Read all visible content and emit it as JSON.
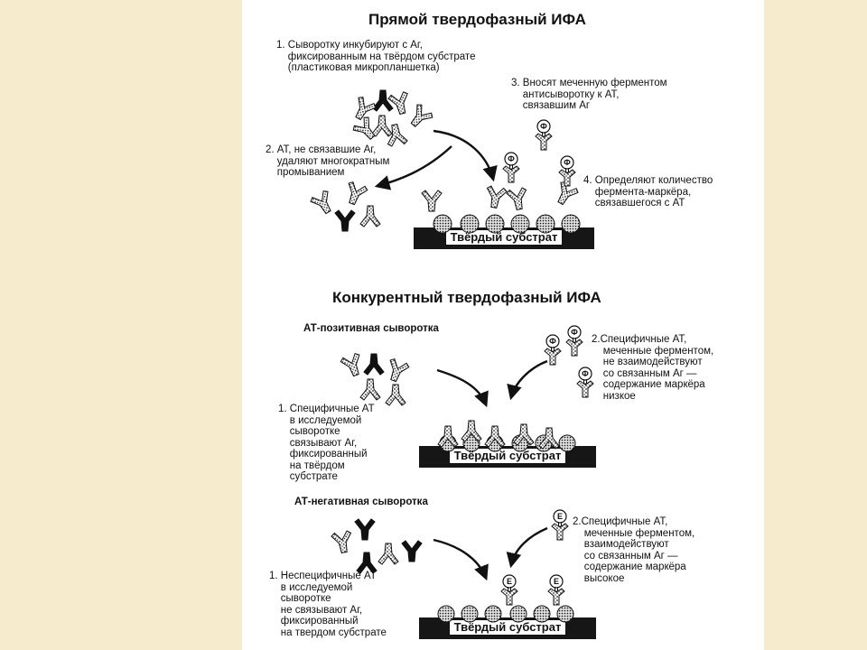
{
  "direct": {
    "title": "Прямой твердофазный ИФА",
    "step1": "1. Сыворотку инкубируют с Аг,\n    фиксированным на твёрдом субстрате\n    (пластиковая микропланшетка)",
    "step2": "2. АТ, не связавшие Аг,\n    удаляют многократным\n    промыванием",
    "step3": "3. Вносят меченную ферментом\n    антисыворотку к АТ,\n    связавшим Аг",
    "step4": "4. Определяют количество\n    фермента-маркёра,\n    связавшегося с АТ",
    "substrate": "Твёрдый субстрат"
  },
  "competitive": {
    "title": "Конкурентный твердофазный ИФА",
    "positive": {
      "heading": "АТ-позитивная сыворотка",
      "step1": "1. Специфичные АТ\n    в исследуемой\n    сыворотке\n    связывают Аг,\n    фиксированный\n    на твёрдом\n    субстрате",
      "step2": "2.Специфичные АТ,\n    меченные ферментом,\n    не взаимодействуют\n    со связанным Аг —\n    содержание маркёра\n    низкое",
      "substrate": "Твёрдый субстрат"
    },
    "negative": {
      "heading": "АТ-негативная сыворотка",
      "step1": "1. Неспецифичные АТ\n    в исследуемой\n    сыворотке\n    не связывают Аг,\n    фиксированный\n    на твердом субстрате",
      "step2": "2.Специфичные АТ,\n    меченные ферментом,\n    взаимодействуют\n    со связанным Аг —\n    содержание маркёра\n    высокое",
      "substrate": "Твёрдый субстрат"
    }
  },
  "labels": {
    "enzyme_marker": "Ф",
    "enzyme_marker_alt": "E"
  }
}
